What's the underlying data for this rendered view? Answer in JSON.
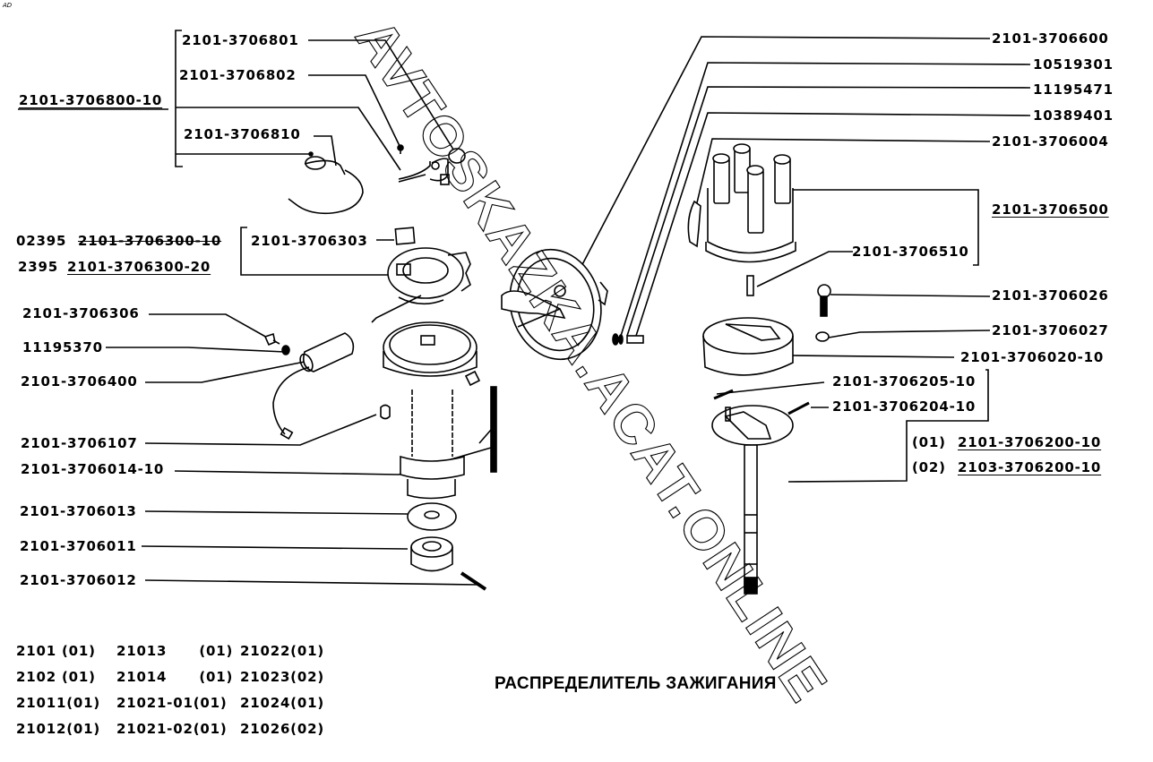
{
  "page": {
    "corner_mark": "AD",
    "title": "РАСПРЕДЕЛИТЕЛЬ ЗАЖИГАНИЯ",
    "watermark": "AVTOSKAZKA.ACAT.ONLINE"
  },
  "labels": {
    "p_3706801": "2101-3706801",
    "p_3706802": "2101-3706802",
    "p_3706800_10": "2101-3706800-10",
    "p_3706810": "2101-3706810",
    "p_02395": "02395",
    "p_3706300_10": "2101-3706300-10",
    "p_2395": "2395",
    "p_3706300_20": "2101-3706300-20",
    "p_3706303": "2101-3706303",
    "p_3706306": "2101-3706306",
    "p_11195370": "11195370",
    "p_3706400": "2101-3706400",
    "p_3706107": "2101-3706107",
    "p_3706014_10": "2101-3706014-10",
    "p_3706013": "2101-3706013",
    "p_3706011": "2101-3706011",
    "p_3706012": "2101-3706012",
    "p_3706600": "2101-3706600",
    "p_10519301": "10519301",
    "p_11195471": "11195471",
    "p_10389401": "10389401",
    "p_3706004": "2101-3706004",
    "p_3706500": "2101-3706500",
    "p_3706510": "2101-3706510",
    "p_3706026": "2101-3706026",
    "p_3706027": "2101-3706027",
    "p_3706020_10": "2101-3706020-10",
    "p_3706205_10": "2101-3706205-10",
    "p_3706204_10": "2101-3706204-10",
    "v01_code": "(01)",
    "p_3706200_10_01": "2101-3706200-10",
    "v02_code": "(02)",
    "p_3706200_10_02": "2103-3706200-10"
  },
  "applicability": [
    [
      "2101",
      "(01)",
      "21013",
      "(01)",
      "21022(01)"
    ],
    [
      "2102",
      "(01)",
      "21014",
      "(01)",
      "21023(02)"
    ],
    [
      "21011",
      "(01)",
      "21021-01",
      "(01)",
      "21024(01)"
    ],
    [
      "21012",
      "(01)",
      "21021-02",
      "(01)",
      "21026(02)"
    ]
  ]
}
